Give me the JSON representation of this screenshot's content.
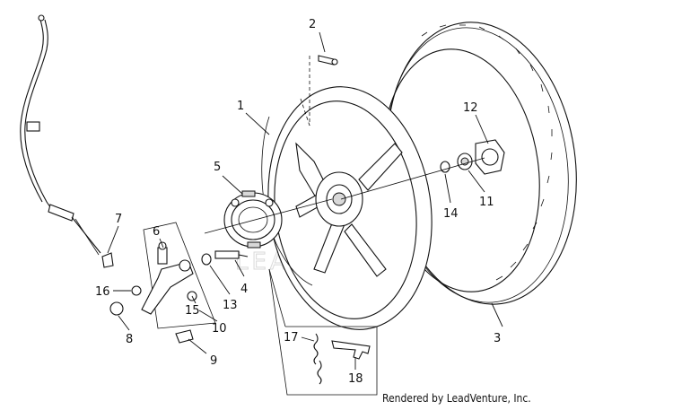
{
  "diagram": {
    "callouts": {
      "c1": "1",
      "c2": "2",
      "c3": "3",
      "c4": "4",
      "c5": "5",
      "c6": "6",
      "c7": "7",
      "c8": "8",
      "c9": "9",
      "c10": "10",
      "c11": "11",
      "c12": "12",
      "c13": "13",
      "c14": "14",
      "c15": "15",
      "c16": "16",
      "c17": "17",
      "c18": "18"
    },
    "watermark": "LEADVENTURE",
    "footer": "Rendered by LeadVenture, Inc."
  }
}
